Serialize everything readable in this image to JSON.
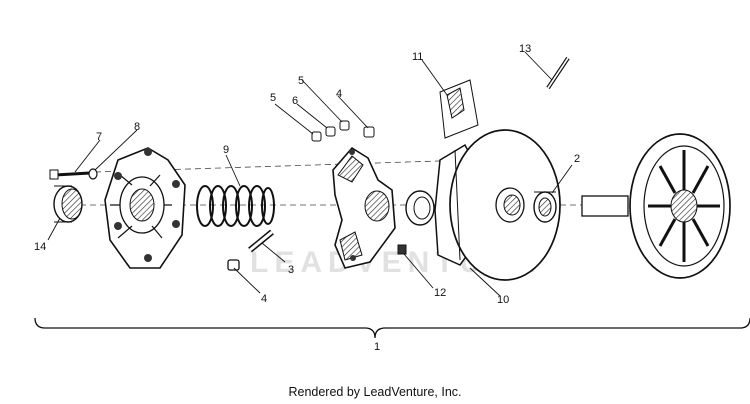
{
  "diagram": {
    "callouts": [
      "1",
      "2",
      "3",
      "4",
      "4",
      "5",
      "5",
      "6",
      "7",
      "8",
      "9",
      "10",
      "11",
      "12",
      "13",
      "14"
    ],
    "watermark": "LEADVENTURE"
  },
  "footer": {
    "credit": "Rendered by LeadVenture, Inc."
  }
}
